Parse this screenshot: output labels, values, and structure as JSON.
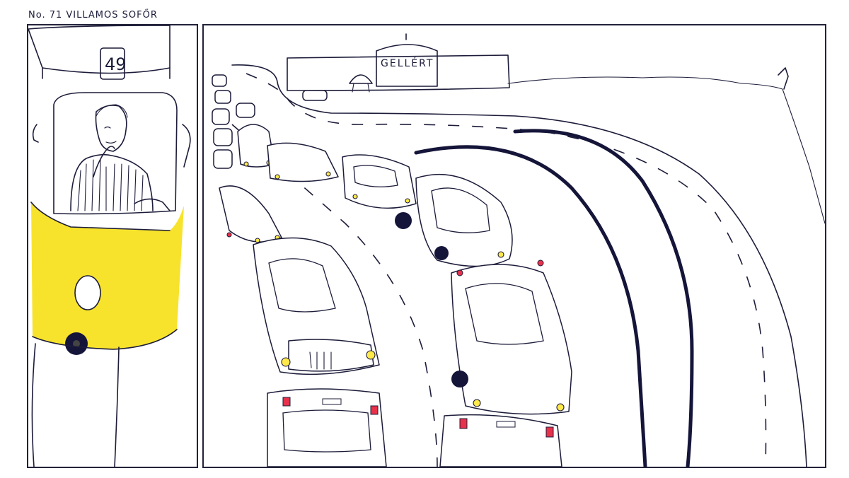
{
  "caption": "No. 71 VILLAMOS SOFŐR",
  "tram": {
    "route_number": "49",
    "colors": {
      "body": "#f6e11a",
      "ink": "#1c1c3a"
    }
  },
  "scene": {
    "building_sign": "GELLÉRT",
    "colors": {
      "headlight": "#ffe94a",
      "taillight": "#e8314a"
    }
  }
}
